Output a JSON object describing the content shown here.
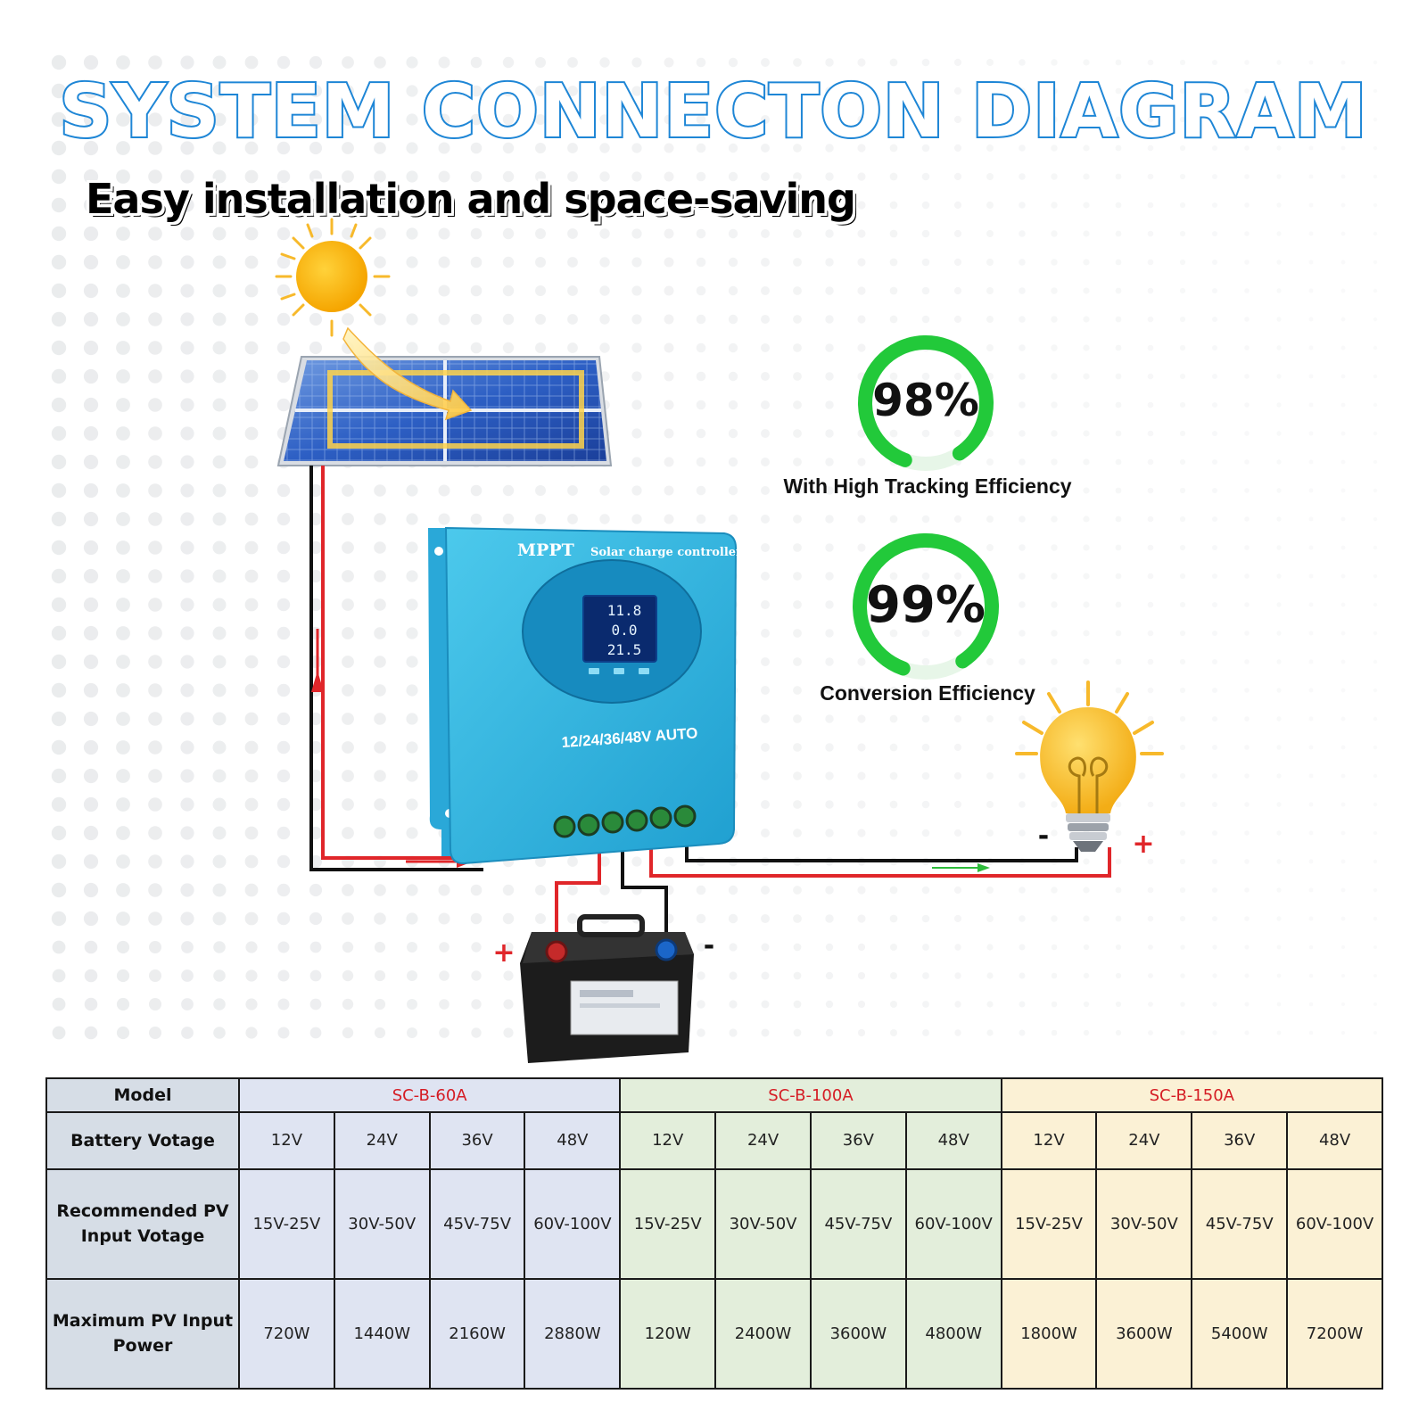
{
  "title": "SYSTEM CONNECTON DIAGRAM",
  "subtitle": "Easy installation and space-saving",
  "controller": {
    "brand": "MPPT",
    "name": "Solar charge controller",
    "voltage_label": "12/24/36/48V AUTO",
    "display_lines": [
      "11.8",
      "0.0",
      "21.5"
    ]
  },
  "efficiency": [
    {
      "value": "98%",
      "label": "With High Tracking Efficiency",
      "fraction": 0.85
    },
    {
      "value": "99%",
      "label": "Conversion Efficiency",
      "fraction": 0.85
    }
  ],
  "polarity": {
    "plus": "+",
    "minus": "-"
  },
  "colors": {
    "title_outline": "#1e86d6",
    "positive_wire": "#e0262a",
    "negative_wire": "#111111",
    "ring": "#22c93a",
    "controller": "#2eb6e0"
  },
  "table": {
    "headers": {
      "model": "Model",
      "battery": "Battery Votage",
      "pv_voltage": "Recommended PV Input Votage",
      "pv_power": "Maximum PV Input Power"
    },
    "models": [
      {
        "name": "SC-B-60A",
        "battery": [
          "12V",
          "24V",
          "36V",
          "48V"
        ],
        "pv_voltage": [
          "15V-25V",
          "30V-50V",
          "45V-75V",
          "60V-100V"
        ],
        "pv_power": [
          "720W",
          "1440W",
          "2160W",
          "2880W"
        ]
      },
      {
        "name": "SC-B-100A",
        "battery": [
          "12V",
          "24V",
          "36V",
          "48V"
        ],
        "pv_voltage": [
          "15V-25V",
          "30V-50V",
          "45V-75V",
          "60V-100V"
        ],
        "pv_power": [
          "120W",
          "2400W",
          "3600W",
          "4800W"
        ]
      },
      {
        "name": "SC-B-150A",
        "battery": [
          "12V",
          "24V",
          "36V",
          "48V"
        ],
        "pv_voltage": [
          "15V-25V",
          "30V-50V",
          "45V-75V",
          "60V-100V"
        ],
        "pv_power": [
          "1800W",
          "3600W",
          "5400W",
          "7200W"
        ]
      }
    ]
  }
}
